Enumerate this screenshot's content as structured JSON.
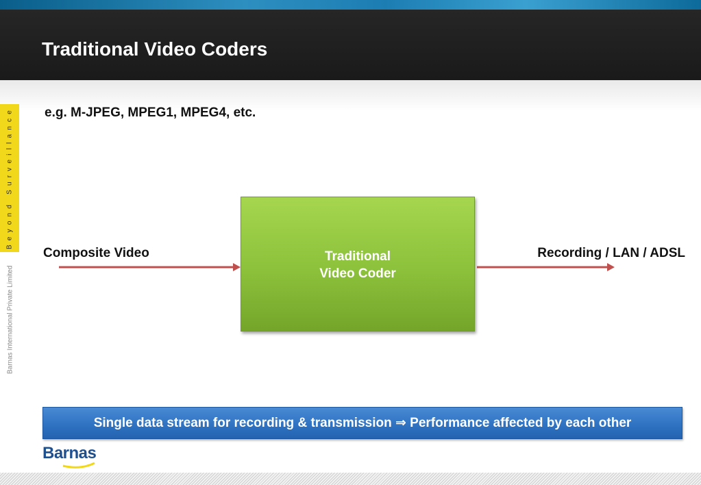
{
  "slide": {
    "title": "Traditional Video Coders",
    "subtitle": "e.g. M-JPEG, MPEG1, MPEG4, etc."
  },
  "sidebar": {
    "tagline": "Beyond Surveillance",
    "company": "Barnas International Private Limited",
    "tab_color": "#f2d81a"
  },
  "diagram": {
    "input_label": "Composite Video",
    "coder_line1": "Traditional",
    "coder_line2": "Video Coder",
    "output_label": "Recording / LAN / ADSL",
    "box_color": "#8cc13b",
    "arrow_color": "#c0504d"
  },
  "banner": {
    "text": "Single data stream for recording & transmission ⇒ Performance affected by each other",
    "color": "#2f73c2"
  },
  "logo": {
    "text": "Barnas"
  }
}
